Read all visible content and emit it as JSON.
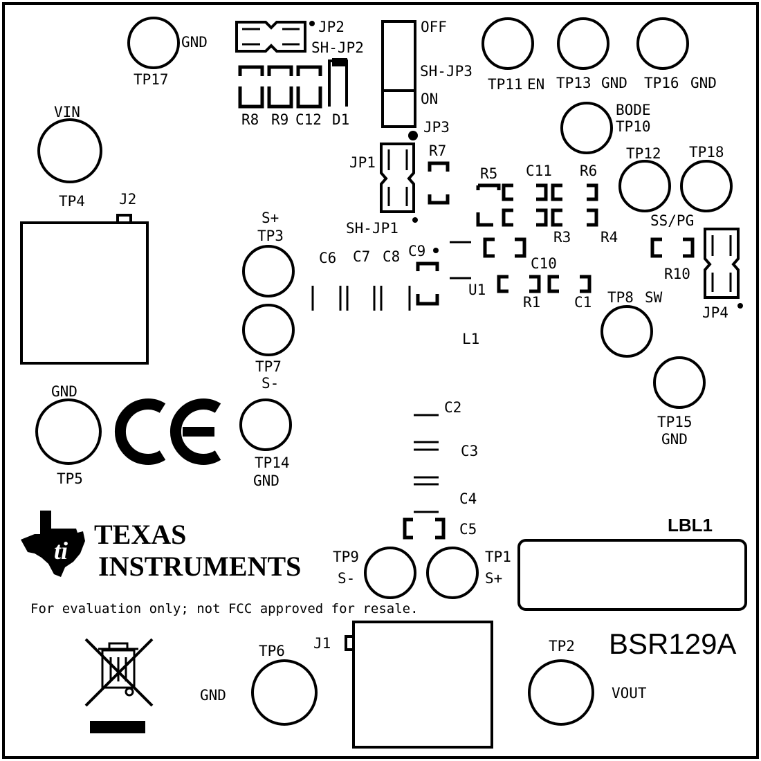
{
  "board": {
    "title": "BSR129A",
    "disclaimer": "For evaluation only; not FCC approved for resale.",
    "brand_line1": "TEXAS",
    "brand_line2": "INSTRUMENTS",
    "label_area": "LBL1",
    "ce_mark": "CE"
  },
  "labels": {
    "tp17": "TP17",
    "gnd_tp17": "GND",
    "jp2": "JP2",
    "sh_jp2": "SH-JP2",
    "r8": "R8",
    "r9": "R9",
    "c12": "C12",
    "d1": "D1",
    "off": "OFF",
    "sh_jp3": "SH-JP3",
    "on": "ON",
    "jp3": "JP3",
    "tp11": "TP11",
    "en": "EN",
    "tp13": "TP13",
    "gnd_tp13": "GND",
    "tp16": "TP16",
    "gnd_tp16": "GND",
    "vin": "VIN",
    "tp4": "TP4",
    "j2": "J2",
    "bode": "BODE",
    "tp10": "TP10",
    "jp1": "JP1",
    "r7": "R7",
    "sh_jp1": "SH-JP1",
    "r5": "R5",
    "c11": "C11",
    "r6": "R6",
    "r3": "R3",
    "r4": "R4",
    "tp12": "TP12",
    "tp18": "TP18",
    "ss_pg": "SS/PG",
    "r10": "R10",
    "jp4": "JP4",
    "s_plus_tp3": "S+",
    "tp3": "TP3",
    "c6": "C6",
    "c7": "C7",
    "c8": "C8",
    "c9": "C9",
    "c10": "C10",
    "u1": "U1",
    "r1": "R1",
    "c1": "C1",
    "tp8": "TP8",
    "sw": "SW",
    "tp7": "TP7",
    "s_minus_tp7": "S-",
    "l1": "L1",
    "tp15": "TP15",
    "gnd_tp15": "GND",
    "gnd_tp5": "GND",
    "tp5": "TP5",
    "tp14": "TP14",
    "gnd_tp14": "GND",
    "c2": "C2",
    "c3": "C3",
    "c4": "C4",
    "c5": "C5",
    "tp9": "TP9",
    "s_minus_tp9": "S-",
    "tp1": "TP1",
    "s_plus_tp1": "S+",
    "tp6": "TP6",
    "gnd_tp6": "GND",
    "j1": "J1",
    "tp2": "TP2",
    "vout": "VOUT"
  }
}
